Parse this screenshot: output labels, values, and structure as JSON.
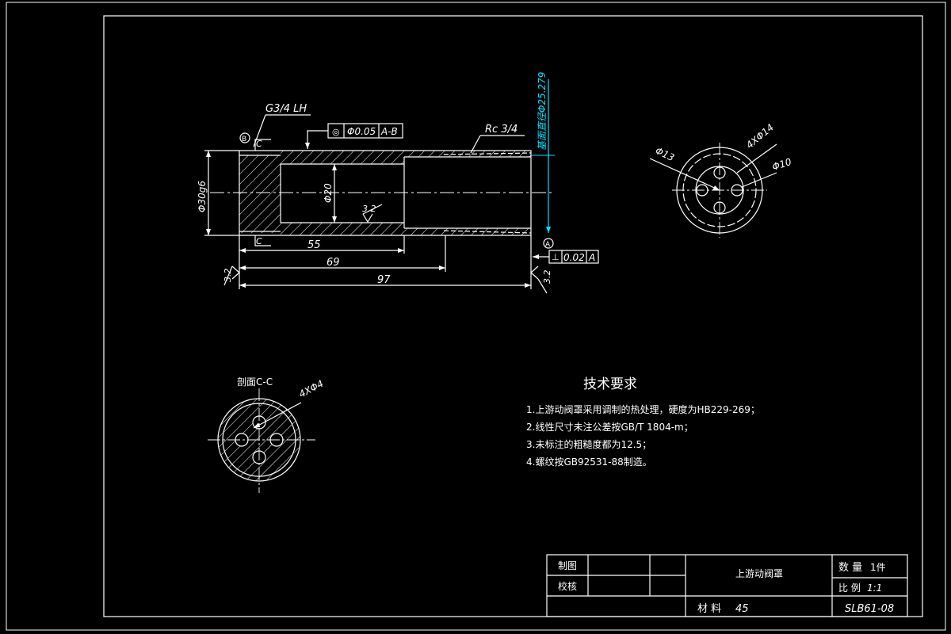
{
  "colors": {
    "background": "#000000",
    "line": "#ffffff",
    "dimension": "#00e5ff",
    "datum": "#ffffff"
  },
  "main_view": {
    "thread_left": "G3/4 LH",
    "label_c_top": "C",
    "label_c_bottom": "C",
    "datum_b": "B",
    "datum_a": "A",
    "geo_tolerance": {
      "symbol": "◎",
      "value": "Φ0.05",
      "datum": "A-B"
    },
    "thread_right": "Rc 3/4",
    "base_diameter": "基面直径Φ25.279",
    "dia_outer": "Φ30g6",
    "dia_inner": "Φ20",
    "roughness_center": "3.2",
    "roughness_left": "3.2",
    "roughness_right": "3.2",
    "dim_55": "55",
    "dim_69": "69",
    "dim_97": "97",
    "perp_tolerance": {
      "symbol": "⊥",
      "value": "0.02",
      "datum": "A"
    }
  },
  "end_view": {
    "dia_13": "Φ13",
    "holes": "4XΦ14",
    "dia_10": "Φ10"
  },
  "section_view": {
    "title": "剖面C-C",
    "holes": "4XΦ4"
  },
  "tech_requirements": {
    "title": "技术要求",
    "items": [
      "1.上游动阀罩采用调制的热处理，硬度为HB229-269；",
      "2.线性尺寸未注公差按GB/T 1804-m；",
      "3.未标注的粗糙度都为12.5；",
      "4.螺纹按GB92531-88制造。"
    ]
  },
  "title_block": {
    "drawn_label": "制图",
    "checked_label": "校核",
    "part_name": "上游动阀罩",
    "quantity_label": "数 量",
    "quantity_value": "1件",
    "scale_label": "比 例",
    "scale_value": "1:1",
    "material_label": "材 料",
    "material_value": "45",
    "drawing_number": "SLB61-08"
  }
}
